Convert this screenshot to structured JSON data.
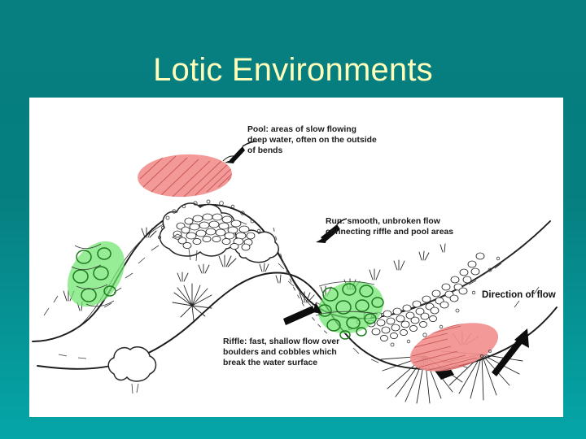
{
  "slide": {
    "title": "Lotic Environments",
    "background_color": "#077e80",
    "title_color": "#ffffbb",
    "panel_background": "#ffffff"
  },
  "figure": {
    "name": "stream-channel-diagram",
    "alt": "Hand-drawn meandering stream showing pool, run and riffle habitats",
    "annotations": [
      {
        "id": "pool",
        "label": "Pool: areas of slow flowing\ndeep water, often on the outside\nof bends",
        "line1": "Pool: areas of slow flowing",
        "line2": "deep water, often on the outside",
        "line3": "of bends",
        "color": "#f2908f",
        "marker": "pool-ellipse"
      },
      {
        "id": "run",
        "label": "Run: smooth, unbroken flow\nconnecting riffle and pool areas",
        "line1": "Run: smooth, unbroken flow",
        "line2": "connecting riffle and pool areas",
        "color": "#ffffff",
        "marker": "run-dashed-line"
      },
      {
        "id": "riffle",
        "label": "Riffle: fast, shallow flow over\nboulders and cobbles which\nbreak the water surface",
        "line1": "Riffle: fast, shallow flow over",
        "line2": "boulders and cobbles which",
        "line3": "break the water surface",
        "color": "#6ee66e",
        "marker": "riffle-ellipse"
      },
      {
        "id": "flow",
        "label": "Direction of flow",
        "line1": "Direction of flow",
        "color": "#0d0d0d",
        "marker": "flow-arrow"
      }
    ]
  }
}
